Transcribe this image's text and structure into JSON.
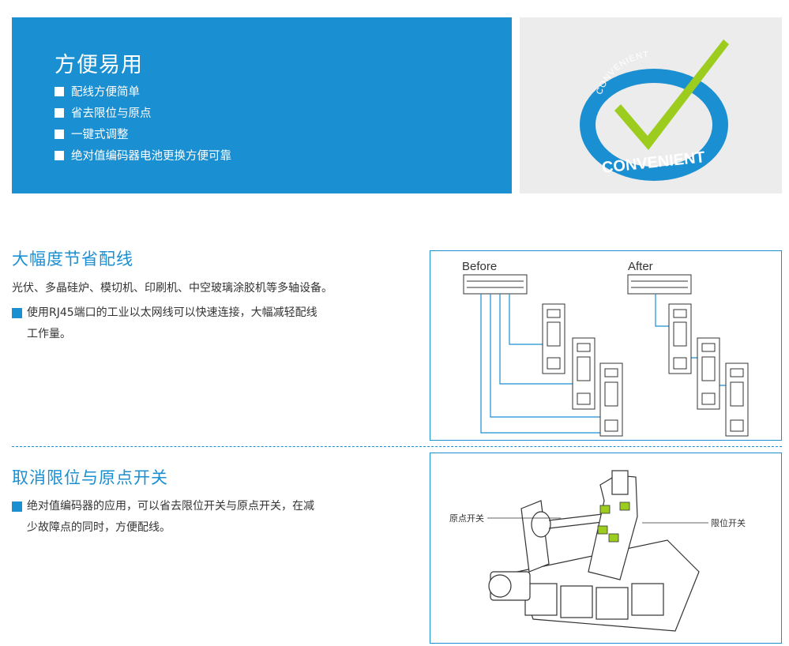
{
  "hero": {
    "title": "方便易用",
    "features": [
      "配线方便简单",
      "省去限位与原点",
      "一键式调整",
      "绝对值编码器电池更换方便可靠"
    ],
    "badge": {
      "text_main": "CONVENIENT",
      "text_ring": "CONVENIENT",
      "check_color": "#9ccc1e",
      "badge_color": "#1a8fd1"
    }
  },
  "section_wiring": {
    "title": "大幅度节省配线",
    "intro": "光伏、多晶硅炉、模切机、印刷机、中空玻璃涂胶机等多轴设备。",
    "bullet_line1": "使用RJ45端口的工业以太网线可以快速连接，大幅减轻配线",
    "bullet_line2": "工作量。",
    "diagram": {
      "before_label": "Before",
      "after_label": "After"
    }
  },
  "section_limit": {
    "title": "取消限位与原点开关",
    "bullet_line1": "绝对值编码器的应用，可以省去限位开关与原点开关，在减",
    "bullet_line2": "少故障点的同时，方便配线。",
    "diagram": {
      "origin_label": "原点开关",
      "limit_label": "限位开关"
    }
  },
  "colors": {
    "accent": "#1a8fd1",
    "highlight": "#9ccc1e"
  }
}
